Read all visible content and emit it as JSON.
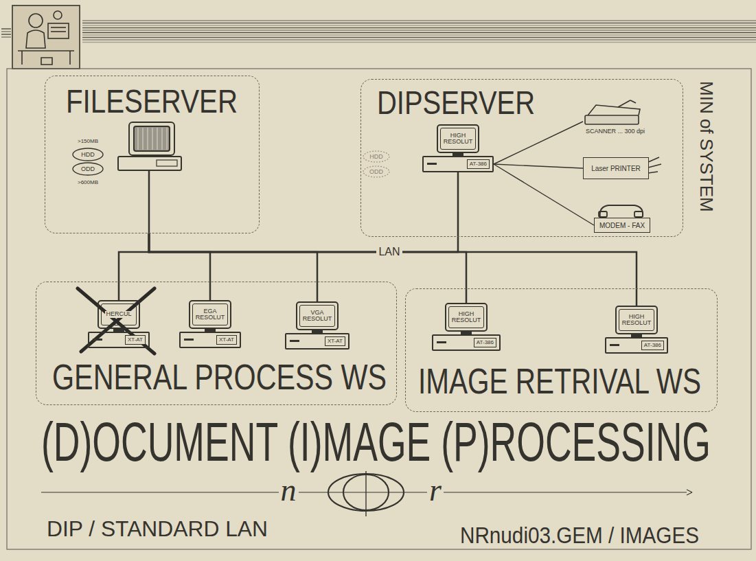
{
  "diagram": {
    "title": "(D)OCUMENT (I)MAGE (P)ROCESSING",
    "nodes": [
      {
        "text": [
          "FILESERVER"
        ]
      },
      {
        "text": [
          "DIPSERVER"
        ]
      },
      {
        "text": [
          "HIGH RESOLUT",
          "AT-386"
        ],
        "in": 1
      },
      {
        "text": [
          "SCANNER ... 300 dpi"
        ],
        "in": 1
      },
      {
        "text": [
          "Laser PRINTER"
        ],
        "in": 1
      },
      {
        "text": [
          "MODEM - FAX"
        ],
        "in": 1
      },
      {
        "text": [
          "GENERAL PROCESS WS"
        ]
      },
      {
        "text": [
          "HERCUL",
          "XT-AT"
        ],
        "in": 6
      },
      {
        "text": [
          "EGA RESOLUT",
          "XT-AT"
        ],
        "in": 6
      },
      {
        "text": [
          "VGA RESOLUT",
          "XT-AT"
        ],
        "in": 6
      },
      {
        "text": [
          "IMAGE RETRIVAL WS"
        ]
      },
      {
        "text": [
          "HIGH RESOLUT",
          "AT-386"
        ],
        "in": 10
      },
      {
        "text": [
          "HIGH RESOLUT",
          "AT-386"
        ],
        "in": 10
      }
    ],
    "edges": [
      {
        "from": 2,
        "to": 3,
        "arrow": "none"
      },
      {
        "from": 2,
        "to": 4,
        "arrow": "none"
      },
      {
        "from": 2,
        "to": 5,
        "arrow": "none"
      },
      {
        "from": 0,
        "to": 2,
        "arrow": "none"
      },
      {
        "from": 0,
        "to": 7,
        "arrow": "none"
      },
      {
        "from": 0,
        "to": 8,
        "arrow": "none"
      },
      {
        "from": 0,
        "to": 9,
        "arrow": "none"
      },
      {
        "from": 0,
        "to": 11,
        "arrow": "none"
      },
      {
        "from": 0,
        "to": 12,
        "arrow": "none"
      }
    ],
    "labels": [
      ">150MB",
      "HDD",
      "ODD",
      ">600MB",
      "HDD",
      "ODD",
      "LAN",
      "MIN of SYSTEM",
      "n",
      "r",
      "DIP / STANDARD LAN",
      "NRnudi03.GEM / IMAGES"
    ]
  }
}
